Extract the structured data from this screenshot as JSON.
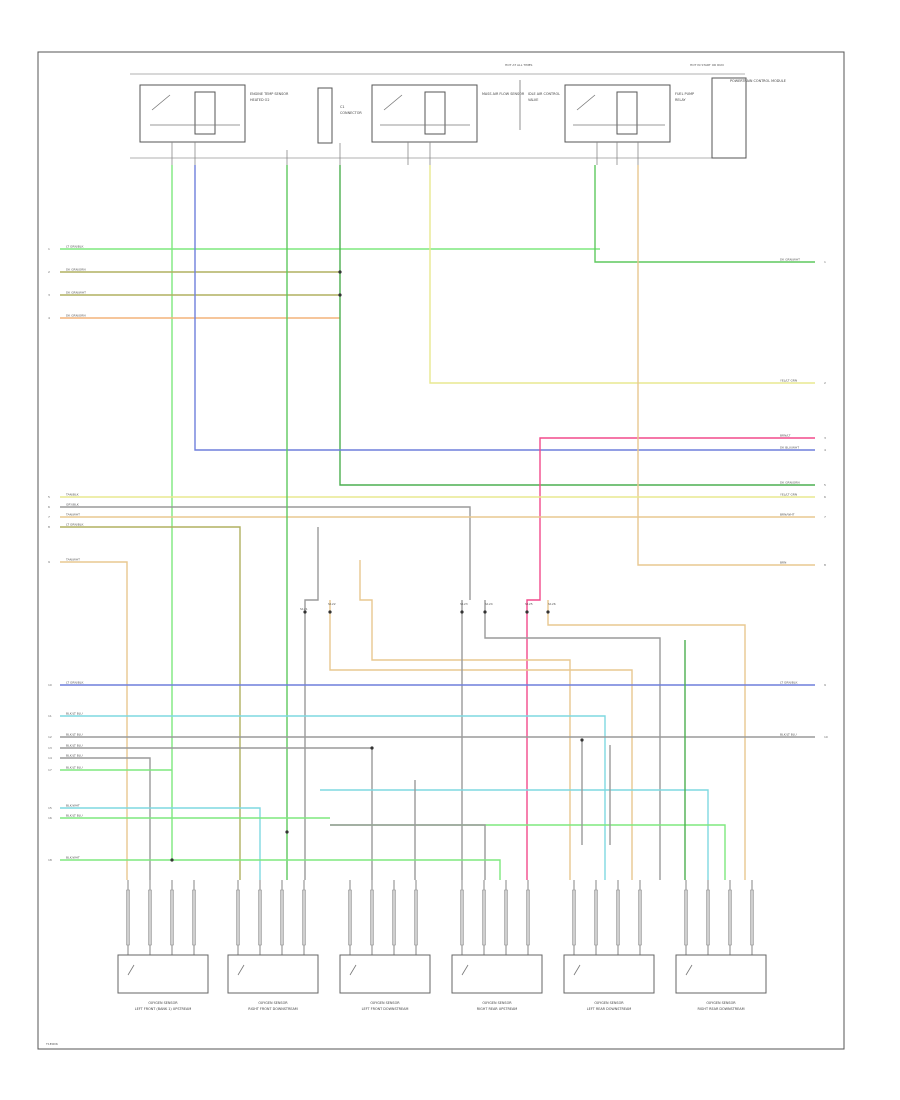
{
  "colors": {
    "lt_green": "#7ee87e",
    "dk_green": "#4caf50",
    "green": "#5ec95e",
    "olive": "#b0b060",
    "orange": "#f4b37a",
    "blue": "#6f7fdc",
    "yellow": "#e8e890",
    "pink": "#f24a8c",
    "tan": "#e8c890",
    "gray": "#9a9a9a",
    "cyan": "#7fd8e0",
    "frame": "#666666"
  },
  "diagram": {
    "footer_tag": "T1E0D6",
    "left_wires": [
      {
        "pin": "1",
        "label": "LT GRN/BLK"
      },
      {
        "pin": "2",
        "label": "DK GRN/ORN"
      },
      {
        "pin": "3",
        "label": "DK GRN/WHT"
      },
      {
        "pin": "4",
        "label": "DK GRN/ORN"
      },
      {
        "pin": "5",
        "label": "TAN/BLK"
      },
      {
        "pin": "6",
        "label": "GRY/BLK"
      },
      {
        "pin": "7",
        "label": "TAN/WHT"
      },
      {
        "pin": "8",
        "label": "LT GRN/BLK"
      },
      {
        "pin": "9",
        "label": "TAN/WHT"
      },
      {
        "pin": "10",
        "label": "LT GRN/BLK"
      },
      {
        "pin": "11",
        "label": "BLK/LT BLU"
      },
      {
        "pin": "12",
        "label": "BLK/LT BLU"
      },
      {
        "pin": "13",
        "label": "BLK/LT BLU"
      },
      {
        "pin": "14",
        "label": "BLK/LT BLU"
      },
      {
        "pin": "15",
        "label": "BLK/WHT"
      },
      {
        "pin": "16",
        "label": "BLK/LT BLU"
      },
      {
        "pin": "17",
        "label": "BLK/LT BLU"
      },
      {
        "pin": "18",
        "label": "BLK/WHT"
      }
    ],
    "right_wires": [
      {
        "pin": "1",
        "label": "DK GRN/WHT"
      },
      {
        "pin": "2",
        "label": "YEL/LT GRN"
      },
      {
        "pin": "3",
        "label": "BRN/LT"
      },
      {
        "pin": "4",
        "label": "DK BLU/WHT"
      },
      {
        "pin": "5",
        "label": "DK GRN/ORN"
      },
      {
        "pin": "6",
        "label": "YEL/LT GRN"
      },
      {
        "pin": "7",
        "label": "BRN/WHT"
      },
      {
        "pin": "8",
        "label": "BRN"
      },
      {
        "pin": "9",
        "label": "LT GRN/BLK"
      },
      {
        "pin": "10",
        "label": "BLK/LT BLU"
      }
    ],
    "top_components": [
      {
        "label": "ENGINE TEMP SENSOR",
        "sub": "HEATED O2"
      },
      {
        "label": "C1",
        "sub": "CONNECTOR"
      },
      {
        "label": "MASS AIR FLOW SENSOR",
        "sub": ""
      },
      {
        "label": "IDLE AIR CONTROL",
        "sub": "VALVE"
      },
      {
        "label": "FUEL PUMP",
        "sub": "RELAY"
      },
      {
        "label": "POWERTRAIN CONTROL MODULE",
        "sub": ""
      }
    ],
    "bottom_components": [
      {
        "label": "OXYGEN SENSOR",
        "sub": "LEFT FRONT (BANK 1) UPSTREAM"
      },
      {
        "label": "OXYGEN SENSOR",
        "sub": "RIGHT FRONT DOWNSTREAM"
      },
      {
        "label": "OXYGEN SENSOR",
        "sub": "LEFT FRONT DOWNSTREAM"
      },
      {
        "label": "OXYGEN SENSOR",
        "sub": "RIGHT REAR UPSTREAM"
      },
      {
        "label": "OXYGEN SENSOR",
        "sub": "LEFT REAR DOWNSTREAM"
      },
      {
        "label": "OXYGEN SENSOR",
        "sub": "RIGHT REAR DOWNSTREAM"
      }
    ],
    "splice_labels": [
      "S121",
      "S122",
      "S123",
      "S124",
      "S125",
      "S126"
    ],
    "note_labels": [
      "HOT AT ALL TIMES",
      "HOT IN START OR RUN"
    ]
  }
}
